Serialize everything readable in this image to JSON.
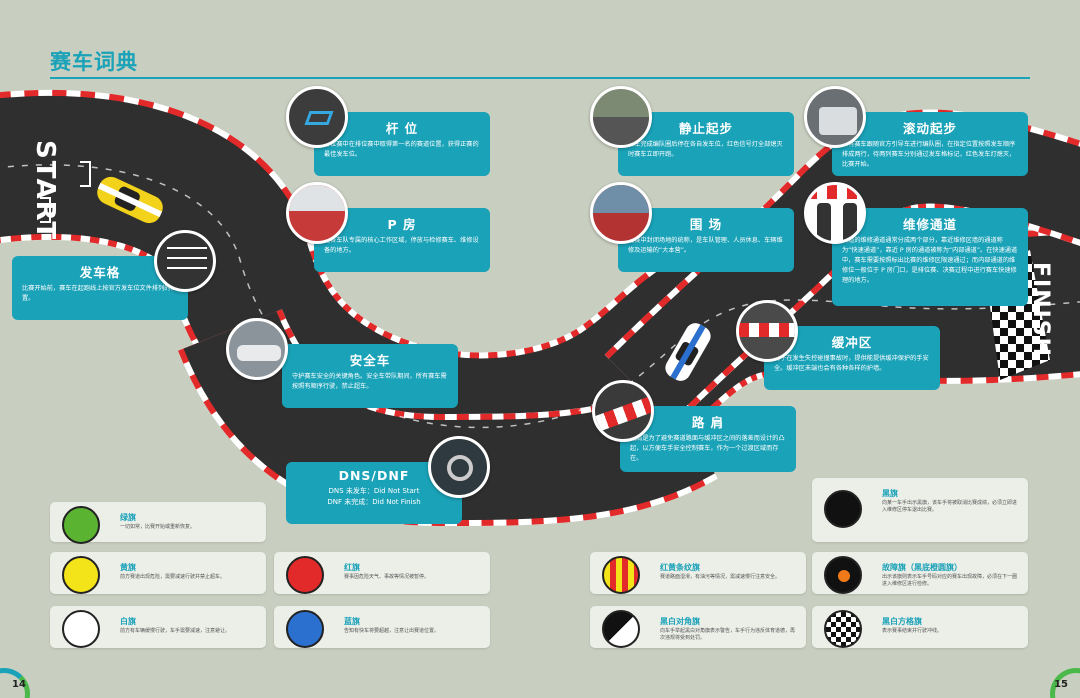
{
  "page": {
    "title": "赛车词典",
    "page_left": "14",
    "page_right": "15",
    "start_label": "START",
    "finish_label": "FINISH"
  },
  "colors": {
    "accent": "#1aa2b8",
    "track": "#2f2f2f",
    "kerb_red": "#e32a2a",
    "background": "#c9cfc0"
  },
  "terms": [
    {
      "id": "pole",
      "title": "杆 位",
      "desc": "排位赛中在排位赛中取得第一名的赛道位置，获得正赛的最佳发车位。",
      "icon": "pole-position-icon"
    },
    {
      "id": "pit",
      "title": "P 房",
      "desc": "是各车队专属的核心工作区域，停放与检修赛车、维修设备的地方。",
      "icon": "garage-icon"
    },
    {
      "id": "grid",
      "title": "发车格",
      "desc": "比赛开始前，赛车在起跑线上按官方发车位文件排列的位置。",
      "icon": "grid-icon"
    },
    {
      "id": "safety",
      "title": "安全车",
      "desc": "守护赛车安全的关键角色。安全车带队期间，所有赛车需按照有顺序行驶，禁止超车。",
      "icon": "safety-car-icon"
    },
    {
      "id": "dns",
      "title": "DNS/DNF",
      "desc1": "DNS 未发车：Did Not Start",
      "desc2": "DNF 未完成：Did Not Finish",
      "icon": "dns-icon"
    },
    {
      "id": "standing",
      "title": "静止起步",
      "desc": "赛车完成编队圈后停在各自发车位，红色信号灯全部熄灭时赛车立即开跑。",
      "icon": "standing-start-icon"
    },
    {
      "id": "paddock",
      "title": "围 场",
      "desc": "比赛中封闭场地的统称，是车队管理、人员休息、车辆维修及运输的“大本营”。",
      "icon": "paddock-icon"
    },
    {
      "id": "rolling",
      "title": "滚动起步",
      "desc": "所有赛车跟随官方引导车进行编队圈，在指定位置按照发车顺序排成两行，待两列赛车分别通过发车格标记，红色发车灯熄灭，比赛开始。",
      "icon": "rolling-start-icon"
    },
    {
      "id": "pitlane",
      "title": "维修通道",
      "desc": "赛道的维修通道通常分成两个部分，靠近维修区墙的通道称为“快速通道”，靠近 P 房的通道被称为“内部通道”。在快速通道中，赛车需要按照标出比赛的维修区限速通过；而内部通道的维修位一般位于 P 房门口，是排位赛、决赛过程中进行赛车快速修理的地方。",
      "icon": "pit-lane-icon"
    },
    {
      "id": "runoff",
      "title": "缓冲区",
      "desc": "用于在发生失控碰撞事故时，提供能提供缓冲保护的手安全。缓冲区未端也会有各种各样的护墙。",
      "icon": "runoff-icon"
    },
    {
      "id": "kerb",
      "title": "路 肩",
      "desc": "路肩是为了避免赛道路面与缓冲区之间的落差而设计的凸起，以方便车手安全控制赛车，作为一个过渡区域而存在。",
      "icon": "kerb-icon"
    }
  ],
  "flags": [
    {
      "id": "green",
      "name": "绿旗",
      "desc": "一切如常，比赛开始或重新恢复。",
      "color": "#5bb431",
      "icon": "green-flag-icon"
    },
    {
      "id": "yellow",
      "name": "黄旗",
      "desc": "前方赛道出现危险，需要减速行驶并禁止超车。",
      "color": "#f2e418",
      "icon": "yellow-flag-icon"
    },
    {
      "id": "white",
      "name": "白旗",
      "desc": "前方有车辆缓慢行驶，车手需要减速，注意避让。",
      "color": "#ffffff",
      "icon": "white-flag-icon"
    },
    {
      "id": "red",
      "name": "红旗",
      "desc": "赛事因危险天气、事故等情况被暂停。",
      "color": "#e32a2a",
      "icon": "red-flag-icon"
    },
    {
      "id": "blue",
      "name": "蓝旗",
      "desc": "告知有快车将要超越，注意让出赛道位置。",
      "color": "#2b6fcf",
      "icon": "blue-flag-icon"
    },
    {
      "id": "black",
      "name": "黑旗",
      "desc": "向某一车手出示黑旗，该车手将被取消比赛成绩，必须立即进入维修区停车退出比赛。",
      "color": "#111111",
      "icon": "black-flag-icon"
    },
    {
      "id": "stripe",
      "name": "红黄条纹旗",
      "desc": "赛道路面湿滑，有油污等情况，需减速慢行注意安全。",
      "color": "#f2e418",
      "icon": "red-yellow-striped-flag-icon"
    },
    {
      "id": "orange",
      "name": "故障旗（黑底橙圆旗）",
      "desc": "出示该旗则表示车手号码对应的赛车出现故障，必须在下一圈进入维修区进行检修。",
      "color": "#111111",
      "icon": "meatball-flag-icon"
    },
    {
      "id": "diag",
      "name": "黑白对角旗",
      "desc": "向车手举起黑白对角旗表示警告，车手行为违反体育道德，再次违规将受到处罚。",
      "color": "#ffffff",
      "icon": "black-white-diagonal-flag-icon"
    },
    {
      "id": "checker",
      "name": "黑白方格旗",
      "desc": "表示赛事结束并行驶冲线。",
      "color": "#ffffff",
      "icon": "chequered-flag-icon"
    }
  ]
}
